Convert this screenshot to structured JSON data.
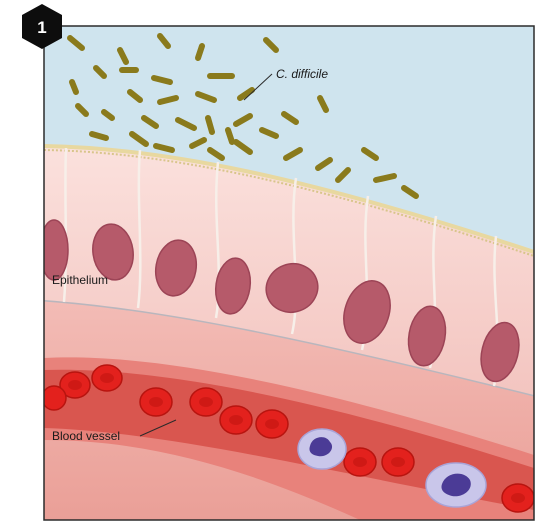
{
  "panel": {
    "step_number": "1"
  },
  "labels": {
    "bacteria": "C. difficile",
    "epithelium": "Epithelium",
    "vessel": "Blood vessel"
  },
  "colors": {
    "lumen": "#cfe4ee",
    "bacteria": "#8a7a1c",
    "mucus_line": "#e8d8a0",
    "cell_fill": "#f6d3cf",
    "nucleus": "#b65a6a",
    "tissue": "#f0b1aa",
    "vessel_wall": "#e8827b",
    "vessel_lumen": "#d9564f",
    "rbc": "#e3211d",
    "wbc": "#c9c6ea",
    "wbc_nucleus": "#4b3b96"
  }
}
